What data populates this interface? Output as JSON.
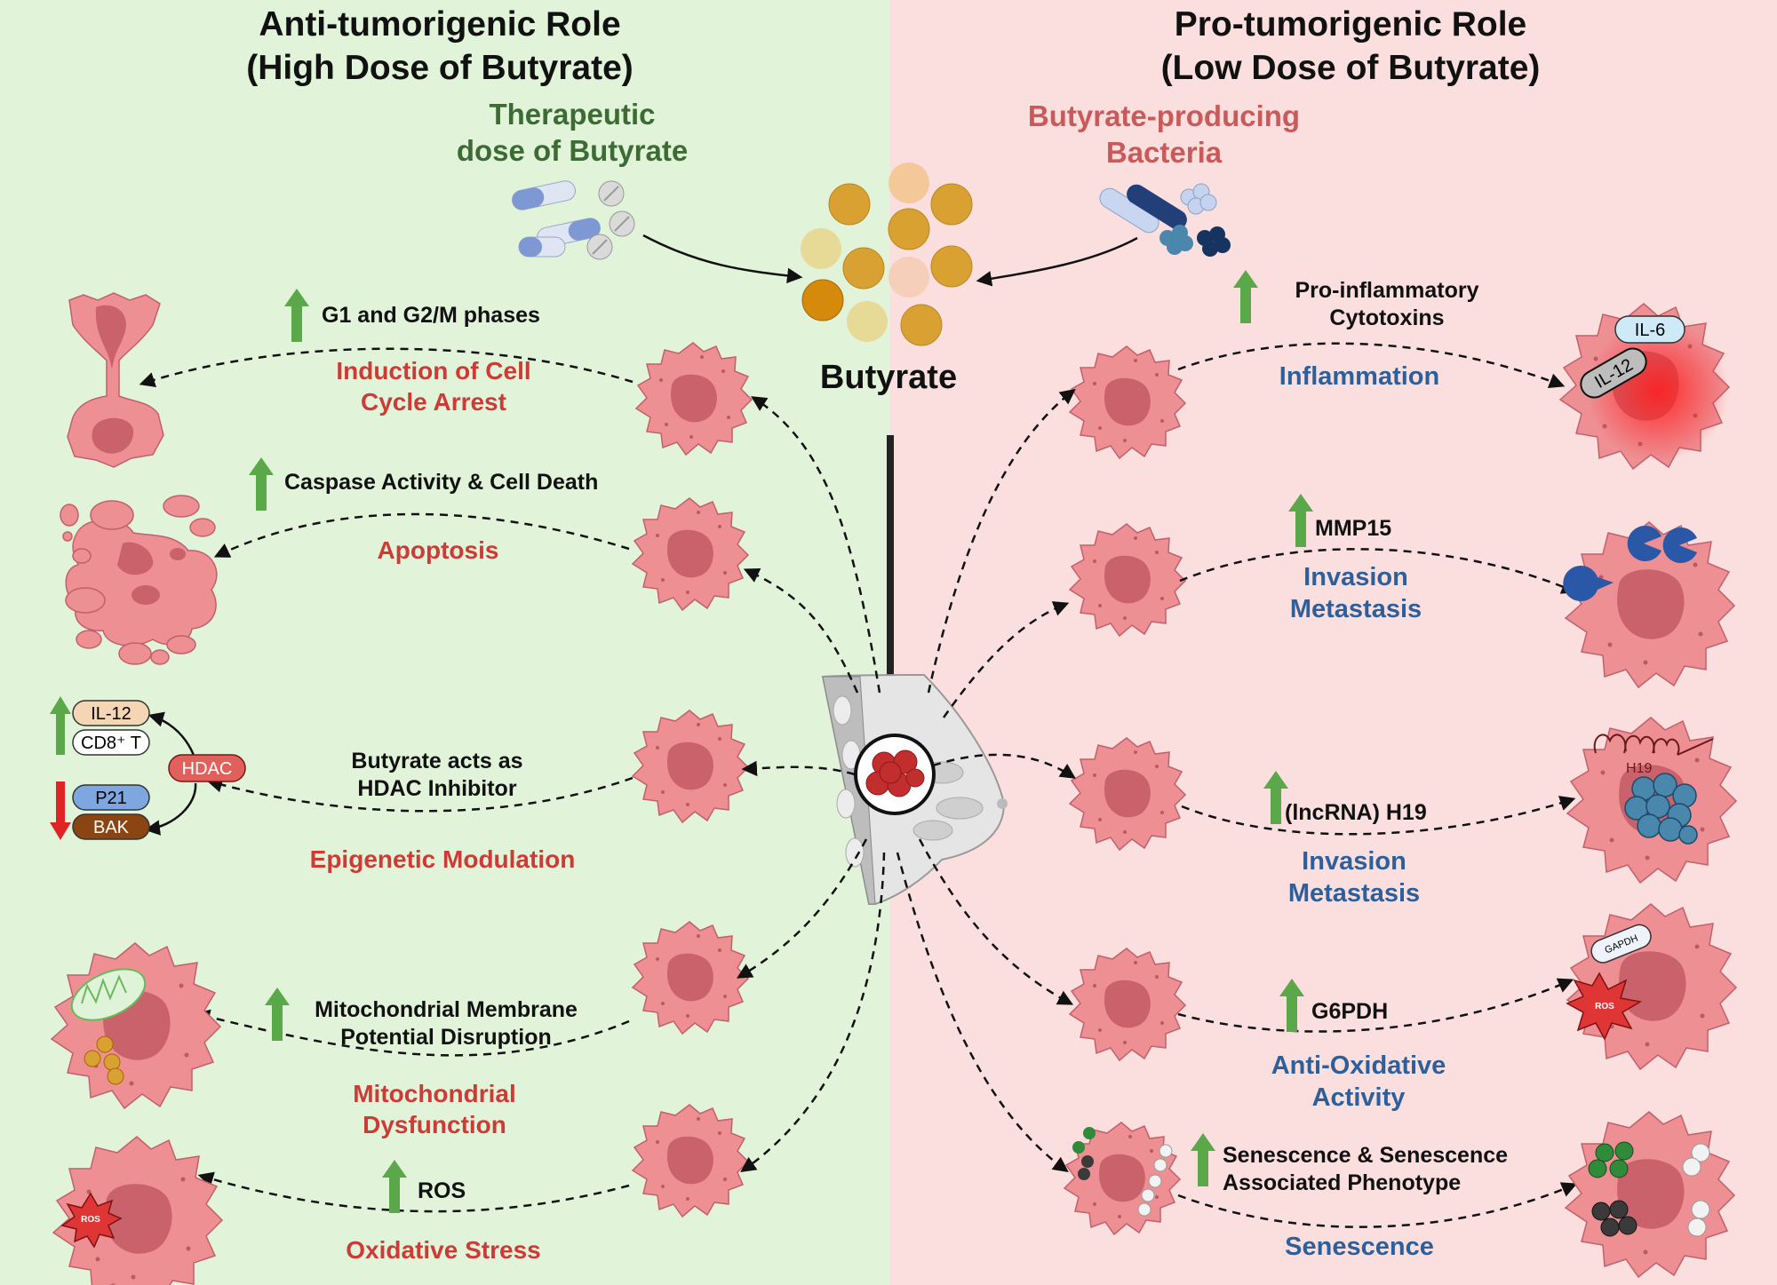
{
  "left_panel": {
    "title": "Anti-tumorigenic Role\n(High Dose of Butyrate)",
    "source_label": "Therapeutic\ndose of Butyrate",
    "background": "#e1f4da",
    "pathways": [
      {
        "marker": "G1 and G2/M phases",
        "name": "Induction of Cell\nCycle Arrest"
      },
      {
        "marker": "Caspase Activity & Cell Death",
        "name": "Apoptosis"
      },
      {
        "marker": "Butyrate acts as\nHDAC Inhibitor",
        "name": "Epigenetic Modulation"
      },
      {
        "marker": "Mitochondrial Membrane\nPotential  Disruption",
        "name": "Mitochondrial\nDysfunction"
      },
      {
        "marker": "ROS",
        "name": "Oxidative Stress"
      }
    ],
    "hdac_panel": {
      "up_pills": [
        "IL-12",
        "CD8⁺ T"
      ],
      "center_pill": "HDAC",
      "down_pills": [
        "P21",
        "BAK"
      ]
    },
    "ros_badge": "ROS"
  },
  "right_panel": {
    "title": "Pro-tumorigenic Role\n(Low Dose of Butyrate)",
    "source_label": "Butyrate-producing\nBacteria",
    "background": "#fbdfdf",
    "pathways": [
      {
        "marker": "Pro-inflammatory\nCytotoxins",
        "name": "Inflammation"
      },
      {
        "marker": "MMP15",
        "name": "Invasion\nMetastasis"
      },
      {
        "marker": "(lncRNA) H19",
        "name": "Invasion\nMetastasis"
      },
      {
        "marker": "G6PDH",
        "name": "Anti-Oxidative\nActivity"
      },
      {
        "marker": "Senescence & Senescence\nAssociated Phenotype",
        "name": "Senescence"
      }
    ],
    "icon_labels": {
      "il6": "IL-6",
      "il12": "IL-12",
      "h19": "H19",
      "gapdh": "GAPDH",
      "ros": "ROS"
    }
  },
  "center": {
    "label": "Butyrate"
  },
  "colors": {
    "cell_fill": "#ee8f94",
    "cell_nucleus": "#c9626a",
    "up_arrow": "#5aa84a",
    "down_arrow": "#e02424",
    "pathway_red": "#cc3b35",
    "pathway_blue": "#2d5f9a"
  },
  "icons": [
    "pill-icon",
    "bacteria-icon",
    "butyrate-molecule-icon",
    "breast-tumor-icon",
    "tumor-cell-icon",
    "mitochondria-icon",
    "pacman-protease-icon",
    "rna-hairpin-icon",
    "ros-burst-icon",
    "up-arrow-icon",
    "down-arrow-icon"
  ]
}
